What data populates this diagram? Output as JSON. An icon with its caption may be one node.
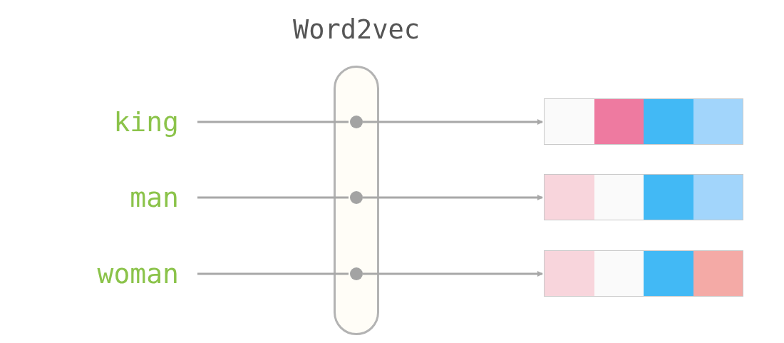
{
  "diagram": {
    "nodes": [
      {
        "text": [
          "Word2vec"
        ]
      },
      {
        "text": [
          "king"
        ]
      },
      {
        "text": [
          "man"
        ]
      },
      {
        "text": [
          "woman"
        ]
      },
      {
        "text": [],
        "shape": "circle",
        "in": 0
      },
      {
        "text": [],
        "shape": "circle",
        "in": 0
      },
      {
        "text": [],
        "shape": "circle",
        "in": 0
      },
      {
        "text": [],
        "shape": "bar"
      },
      {
        "text": [],
        "shape": "bar"
      },
      {
        "text": [],
        "shape": "bar"
      }
    ],
    "edges": [
      {
        "from": 1,
        "to": 4,
        "arrow": "none"
      },
      {
        "from": 4,
        "to": 7,
        "arrow": "to"
      },
      {
        "from": 2,
        "to": 5,
        "arrow": "none"
      },
      {
        "from": 5,
        "to": 8,
        "arrow": "to"
      },
      {
        "from": 3,
        "to": 6,
        "arrow": "none"
      },
      {
        "from": 6,
        "to": 9,
        "arrow": "to"
      }
    ]
  }
}
